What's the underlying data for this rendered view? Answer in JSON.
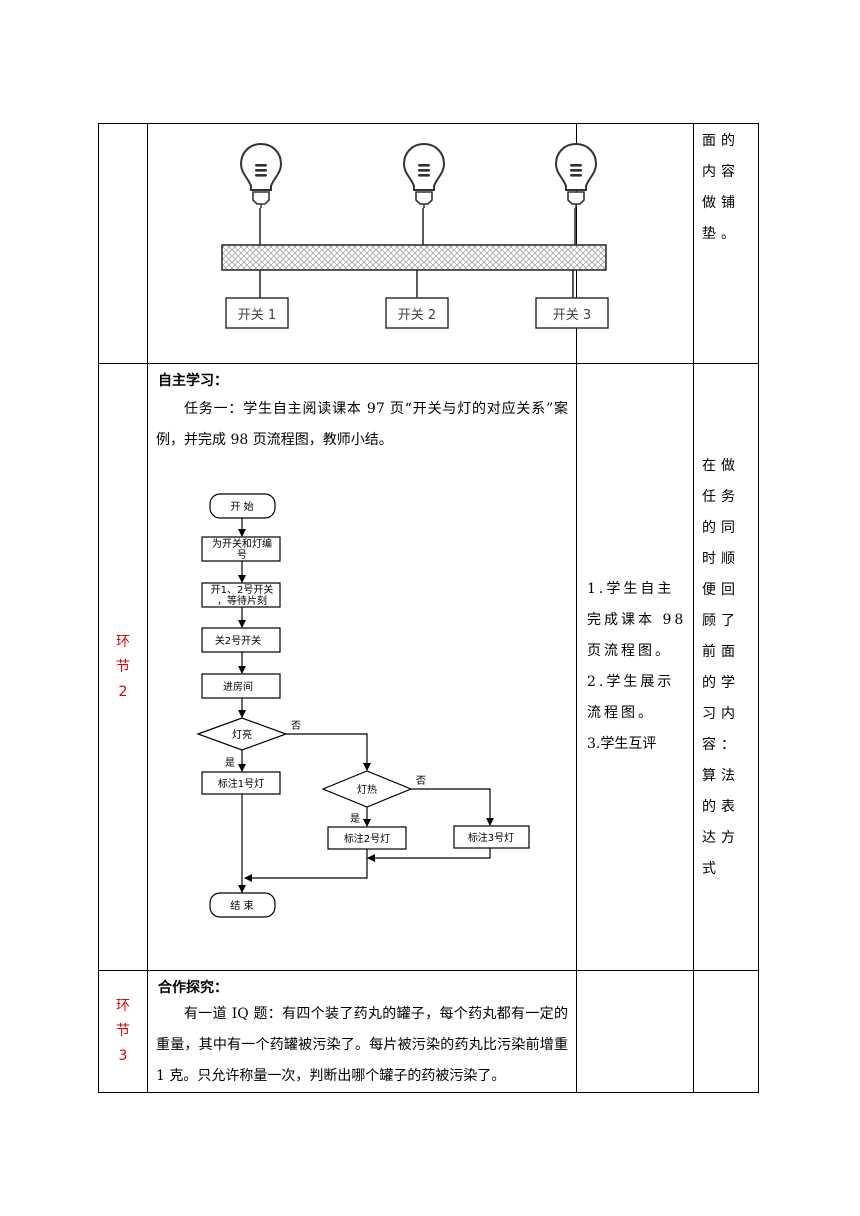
{
  "row1": {
    "bulbs": [
      "bulb-left",
      "bulb-middle",
      "bulb-right"
    ],
    "switches": [
      "开关 1",
      "开关 2",
      "开关 3"
    ],
    "note": "面的内容做铺垫。"
  },
  "row2": {
    "stage": "环节 2",
    "heading": "自主学习：",
    "task": "任务一：学生自主阅读课本 97 页“开关与灯的对应关系”案例，并完成 98 页流程图，教师小结。",
    "flowchart": {
      "start": "开 始",
      "step1_l1": "为开关和灯编",
      "step1_l2": "号",
      "step2_l1": "开1、2号开关",
      "step2_l2": "，等待片刻",
      "step3": "关2号开关",
      "step4": "进房间",
      "decision1": "灯亮",
      "decision2": "灯热",
      "yes": "是",
      "no": "否",
      "mark1": "标注1号灯",
      "mark2": "标注2号灯",
      "mark3": "标注3号灯",
      "end": "结 束"
    },
    "activities": [
      "1.学生自主完成课本 98 页流程图。",
      "2.学生展示流程图。",
      "3.学生互评"
    ],
    "note": "在做任务的同时顺便回顾了前面的学习内容：算法的表达方式"
  },
  "row3": {
    "stage": "环节 3",
    "heading": "合作探究：",
    "text": "有一道 IQ 题：有四个装了药丸的罐子，每个药丸都有一定的重量，其中有一个药罐被污染了。每片被污染的药丸比污染前增重 1 克。只允许称量一次，判断出哪个罐子的药被污染了。"
  }
}
